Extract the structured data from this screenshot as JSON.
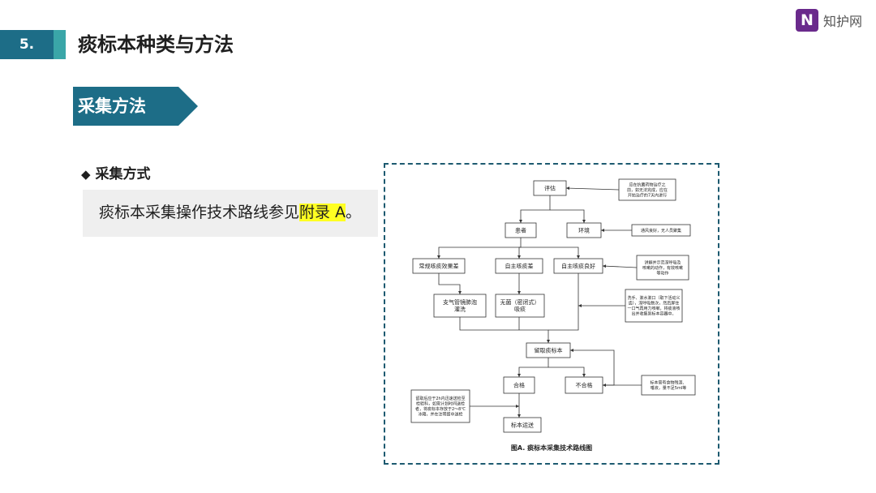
{
  "header": {
    "section_number": "5.",
    "title": "痰标本种类与方法"
  },
  "logo": {
    "icon_letter": "N",
    "name": "知护网",
    "brand_color": "#6a2a8c"
  },
  "ribbon": {
    "label": "采集方法",
    "color": "#1d6d87"
  },
  "bullet": {
    "symbol": "◆",
    "heading": "采集方式"
  },
  "content": {
    "text_before": "痰标本采集操作技术路线参见",
    "highlight": "附录 A",
    "text_after": "。",
    "highlight_color": "#ffff22"
  },
  "flowchart": {
    "caption": "图A. 痰标本采集技术路线图",
    "nodes": {
      "assess": "评估",
      "patient": "患者",
      "environment": "环境",
      "poor_cough": "常规咳痰效果差",
      "no_self_cough": "自主咳痰差",
      "good_cough": [
        "自主咳痰良好"
      ],
      "bronch_lavage": [
        "支气管镜肺泡",
        "灌洗"
      ],
      "sterile_suction": [
        "无菌（密闭式）",
        "吸痰"
      ],
      "retain_sample": "留取痰标本",
      "qualified": "合格",
      "unqualified": "不合格",
      "transport": "标本运送"
    },
    "notes": {
      "assess_note": [
        "应在抗菌药物治疗之",
        "前，如无法完成，应在",
        "开始治疗的7天内进行"
      ],
      "env_note": [
        "通风良好，无人员聚集"
      ],
      "good_note": [
        "讲解并示范深呼吸及",
        "咳嗽的动作，有效咳嗽",
        "等动作"
      ],
      "rinse_note": [
        "洗手、漱水漱口（取下活动义",
        "齿），深呼吸数次，然后屏住",
        "一口气再用力咳嗽，将痰液咳",
        "出并收集到标本容器中。"
      ],
      "unqualified_note": [
        "标本需有食物残渣、",
        "唾液，量不足5ml等"
      ],
      "transport_note": [
        "留取后应于2h内迅速送检至",
        "检验科，如需计划时间送检",
        "者，将痰标本存放于2～8℃",
        "冰箱，并在注明留中送检"
      ]
    }
  }
}
